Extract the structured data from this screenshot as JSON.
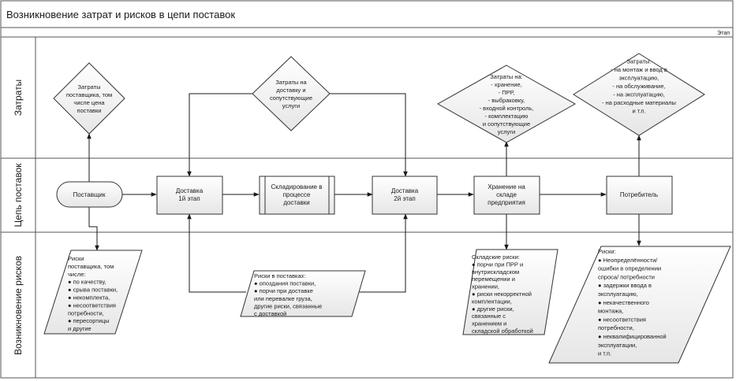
{
  "title": "Возникновение затрат и рисков в цепи поставок",
  "phase_label": "Этап",
  "lanes": {
    "costs": "Затраты",
    "chain": "Цепь поставок",
    "risks": "Возникновение рисков"
  },
  "nodes": {
    "supplier": [
      "Поставщик"
    ],
    "delivery1": [
      "Доставка",
      "1й этап"
    ],
    "storage_transit": [
      "Складирование в",
      "процессе",
      "доставки"
    ],
    "delivery2": [
      "Доставка",
      "2й этап"
    ],
    "warehouse": [
      "Хранение на",
      "складе",
      "предприятия"
    ],
    "consumer": [
      "Потребитель"
    ]
  },
  "costs": {
    "supplier": [
      "Затраты",
      "поставщика, том",
      "числе цена",
      "поставки"
    ],
    "delivery": [
      "Затраты на",
      "доставку и",
      "сопутствующие",
      "услуги"
    ],
    "warehouse": [
      "Затраты на:",
      "- хранение,",
      "- ПРР,",
      "- выбраковку,",
      "- входной контроль,",
      "- комплектацию",
      "и сопутствующие",
      "услуги"
    ],
    "consumer": [
      "Затраты:",
      "- на монтаж и ввод в",
      "эксплуатацию,",
      "- на обслуживание,",
      "- на эксплуатацию,",
      "- на расходные материалы",
      "и т.п."
    ]
  },
  "risks": {
    "supplier": [
      "Риски",
      "поставщика,    том",
      "числе:",
      "● по качеству,",
      "● срыва поставки,",
      "● некомплекта,",
      "● несоответствия",
      "потребности,",
      "● пересортицы",
      "и другие"
    ],
    "delivery": [
      "Риски в поставках:",
      "● опоздания поставки,",
      "● порчи    при    доставке",
      "или перевалке груза,",
      "другие риски, связанные",
      "с доставкой"
    ],
    "warehouse": [
      "Складские риски:",
      "● порчи при ПРР и",
      "внутрискладском",
      "перемещении и",
      "хранении,",
      "● риски некорректной",
      "комплектации,",
      "● другие риски,",
      "связанные с",
      "хранением и",
      "складской обработкой"
    ],
    "consumer": [
      "Риски:",
      "● Неопределённости/",
      "ошибки в определении",
      "спроса/ потребности",
      "● задержки ввода в",
      "эксплуатацию,",
      "● некачественного",
      "монтажа,",
      "● несоответствия",
      "потребности,",
      "● неквалифицированной",
      "эксплуатации,",
      "и т.п."
    ]
  }
}
